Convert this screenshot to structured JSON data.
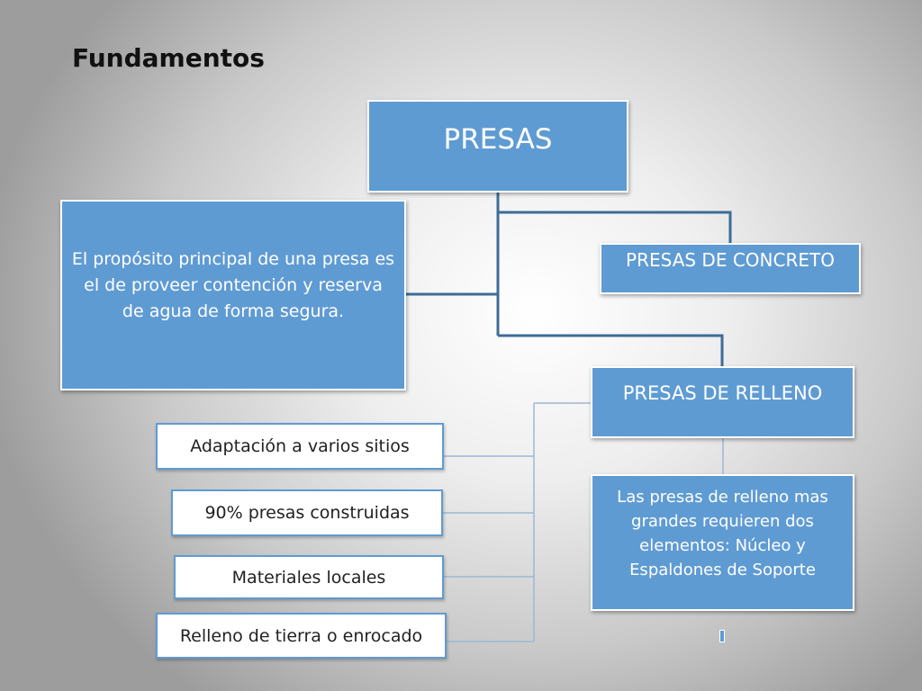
{
  "title": "Fundamentos",
  "root": {
    "label": "PRESAS"
  },
  "purpose": {
    "text": "El propósito principal de una presa es el de proveer contención y reserva de agua de forma segura."
  },
  "concrete": {
    "label": "PRESAS DE CONCRETO"
  },
  "relleno": {
    "label": "PRESAS DE RELLENO",
    "description": "Las presas de relleno mas grandes requieren dos elementos: Núcleo y Espaldones de Soporte",
    "attributes": [
      "Adaptación a varios sitios",
      "90% presas construidas",
      "Materiales locales",
      "Relleno de tierra o enrocado"
    ]
  },
  "colors": {
    "box_fill": "#5f9bd3",
    "connector": "#3d6c98",
    "thin_connector": "#9db7d6"
  }
}
